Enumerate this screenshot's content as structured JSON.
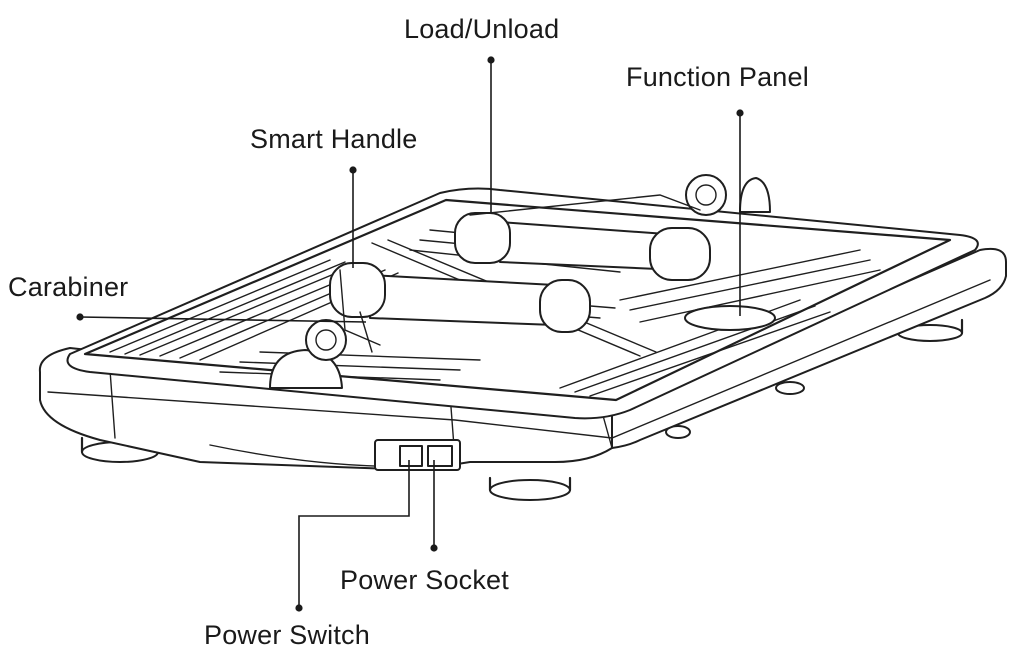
{
  "callouts": {
    "load_unload": "Load/Unload",
    "function_panel": "Function Panel",
    "smart_handle": "Smart Handle",
    "carabiner": "Carabiner",
    "power_socket": "Power Socket",
    "power_switch": "Power Switch"
  },
  "colors": {
    "line": "#1f1f1f",
    "background": "#ffffff"
  }
}
